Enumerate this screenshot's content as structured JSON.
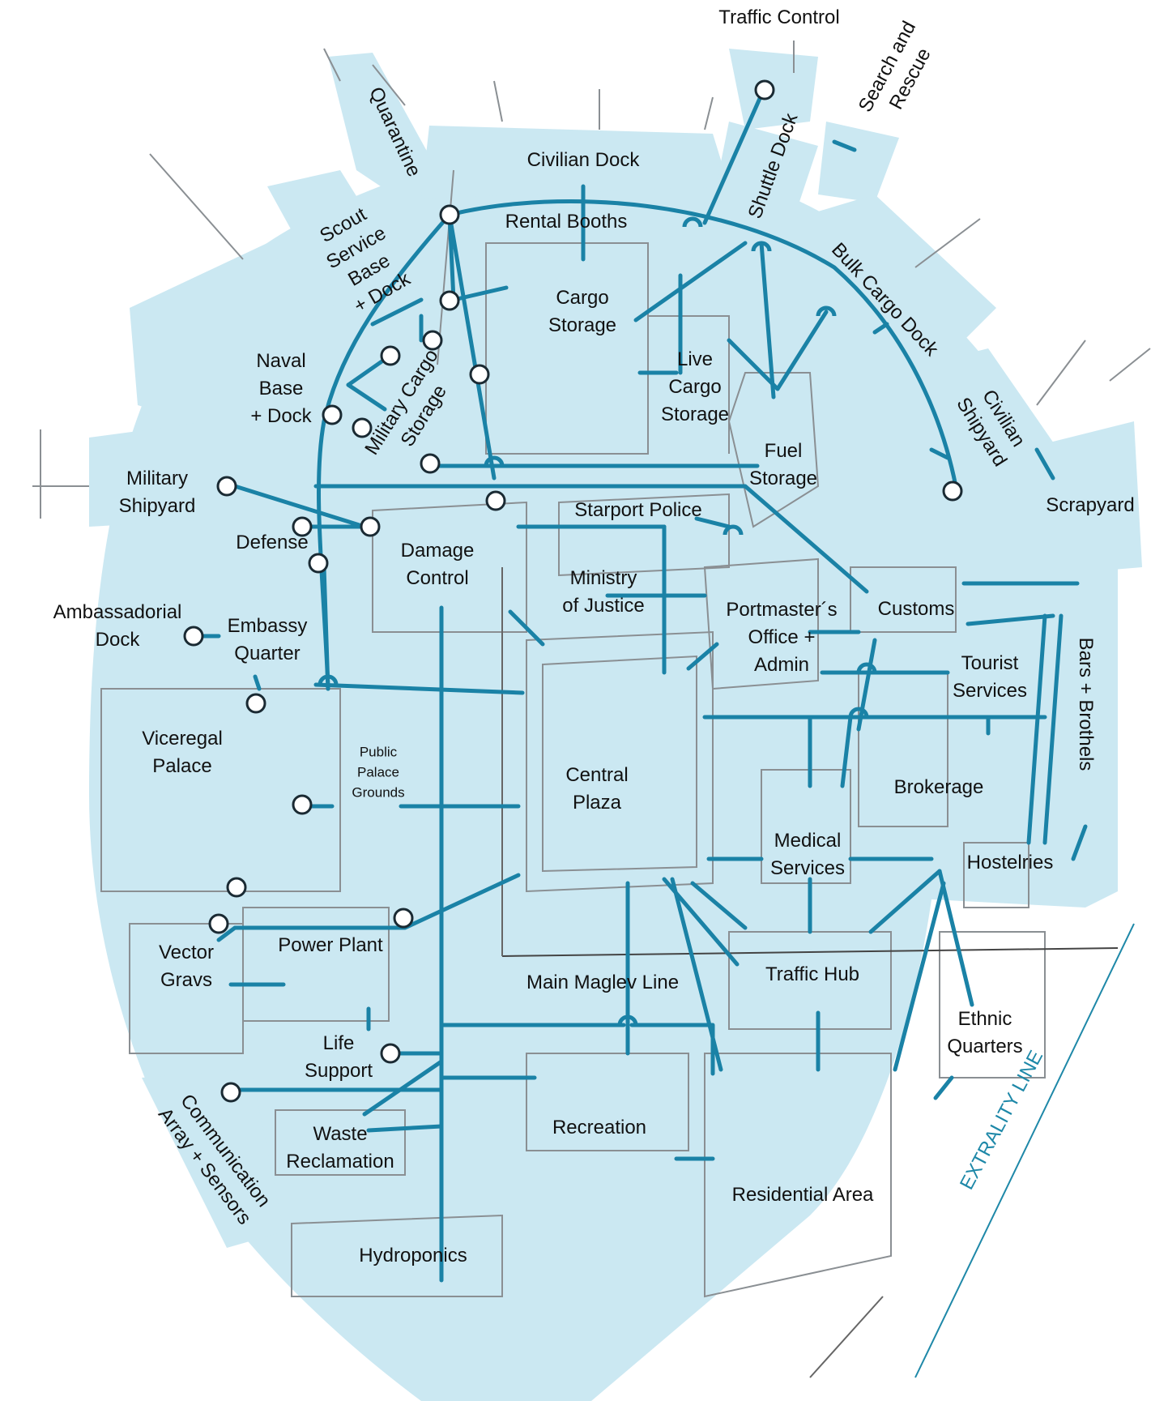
{
  "colors": {
    "zone_fill": "#cbe8f2",
    "sketch_line": "#8a8f93",
    "route_line": "#1a82a6",
    "node_fill": "#ffffff",
    "node_stroke": "#1a2a33",
    "label_text": "#111111",
    "extrality": "#1e88a8"
  },
  "labels": {
    "traffic_control": [
      "Traffic Control"
    ],
    "search_and_rescue": [
      "Search and",
      "Rescue"
    ],
    "quarantine": [
      "Quarantine"
    ],
    "civilian_dock": [
      "Civilian Dock"
    ],
    "shuttle_dock": [
      "Shuttle Dock"
    ],
    "rental_booths": [
      "Rental Booths"
    ],
    "scout_service": [
      "Scout",
      "Service",
      "Base",
      "+ Dock"
    ],
    "bulk_cargo_dock": [
      "Bulk Cargo Dock"
    ],
    "cargo_storage": [
      "Cargo",
      "Storage"
    ],
    "naval_base": [
      "Naval",
      "Base",
      "+ Dock"
    ],
    "military_cargo_storage": [
      "Military Cargo",
      "Storage"
    ],
    "live_cargo_storage": [
      "Live",
      "Cargo",
      "Storage"
    ],
    "civilian_shipyard": [
      "Civilian",
      "Shipyard"
    ],
    "fuel_storage": [
      "Fuel",
      "Storage"
    ],
    "military_shipyard": [
      "Military",
      "Shipyard"
    ],
    "scrapyard": [
      "Scrapyard"
    ],
    "starport_police": [
      "Starport Police"
    ],
    "defense": [
      "Defense"
    ],
    "damage_control": [
      "Damage",
      "Control"
    ],
    "ministry_of_justice": [
      "Ministry",
      "of Justice"
    ],
    "ambassadorial_dock": [
      "Ambassadorial",
      "Dock"
    ],
    "portmasters_office": [
      "Portmaster´s",
      "Office +",
      "Admin"
    ],
    "customs": [
      "Customs"
    ],
    "embassy_quarter": [
      "Embassy",
      "Quarter"
    ],
    "bars_brothels": [
      "Bars + Brothels"
    ],
    "tourist_services": [
      "Tourist",
      "Services"
    ],
    "viceregal_palace": [
      "Viceregal",
      "Palace"
    ],
    "public_palace_grounds": [
      "Public",
      "Palace",
      "Grounds"
    ],
    "central_plaza": [
      "Central",
      "Plaza"
    ],
    "brokerage": [
      "Brokerage"
    ],
    "medical_services": [
      "Medical",
      "Services"
    ],
    "hostelries": [
      "Hostelries"
    ],
    "vector_gravs": [
      "Vector",
      "Gravs"
    ],
    "power_plant": [
      "Power Plant"
    ],
    "main_maglev_line": [
      "Main Maglev Line"
    ],
    "traffic_hub": [
      "Traffic Hub"
    ],
    "ethnic_quarters": [
      "Ethnic",
      "Quarters"
    ],
    "life_support": [
      "Life",
      "Support"
    ],
    "recreation": [
      "Recreation"
    ],
    "communication_array": [
      "Communication",
      "Array + Sensors"
    ],
    "waste_reclamation": [
      "Waste",
      "Reclamation"
    ],
    "residential_area": [
      "Residential Area"
    ],
    "hydroponics": [
      "Hydroponics"
    ]
  },
  "extrality_line": "EXTRALITY LINE",
  "icons": {
    "endpoint": "route-endpoint-icon",
    "crossover": "route-crossover-icon"
  }
}
